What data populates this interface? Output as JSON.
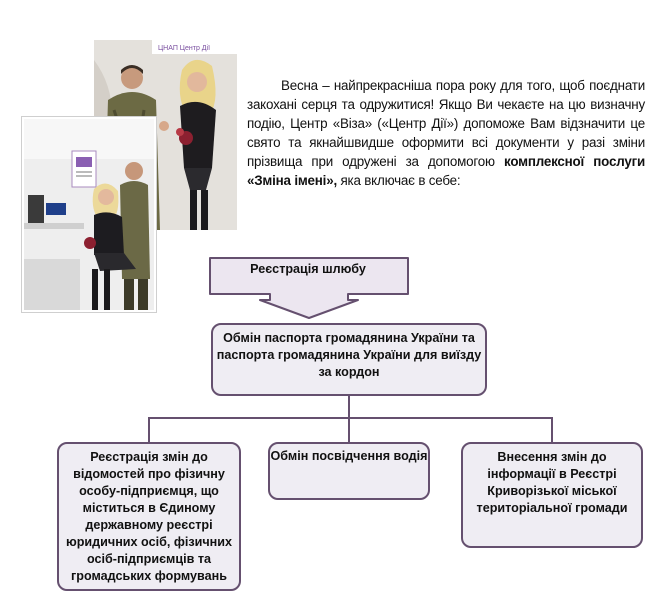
{
  "photo1": {
    "sign_text": "ЦНАП Центр Дії"
  },
  "intro": {
    "text_before": "Весна – найпрекрасніша пора року для того, щоб поєднати закохані серця та одружитися! Якщо Ви чекаєте на цю визначну подію, Центр «Віза» («Центр Дії») допоможе Вам відзначити це свято та якнайшвидше оформити всі документи у разі зміни прізвища при одружені за допомогою ",
    "bold_text": "комплексної послуги «Зміна імені»,",
    "text_after": " яка включає в себе:"
  },
  "diagram": {
    "top": "Реєстрація шлюбу",
    "main": "Обмін паспорта громадянина України та паспорта громадянина України для виїзду за кордон",
    "left": "Реєстрація змін до відомостей про фізичну особу-підприємця, що міститься в Єдиному державному реєстрі юридичних осіб, фізичних осіб-підприємців та громадських формувань",
    "middle": "Обмін посвідчення водія",
    "right": "Внесення змін до інформації в Реєстрі Криворізької міської територіальної громади"
  },
  "colors": {
    "box_fill": "#efedf3",
    "box_border": "#65506f",
    "arrow_fill": "#ece6f0"
  }
}
